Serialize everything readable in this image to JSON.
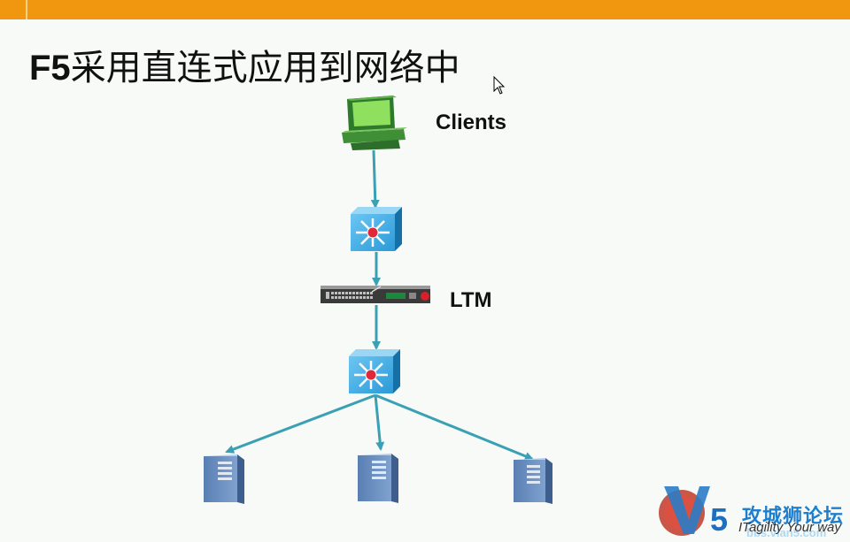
{
  "slide": {
    "title_prefix": "F5",
    "title_rest": "采用直连式应用到网络中"
  },
  "diagram": {
    "nodes": [
      {
        "id": "clients",
        "type": "workstation",
        "label": "Clients"
      },
      {
        "id": "switch-top",
        "type": "multilayer-switch"
      },
      {
        "id": "ltm",
        "type": "f5-ltm-appliance",
        "label": "LTM"
      },
      {
        "id": "switch-bottom",
        "type": "multilayer-switch"
      },
      {
        "id": "server-left",
        "type": "server"
      },
      {
        "id": "server-center",
        "type": "server"
      },
      {
        "id": "server-right",
        "type": "server"
      }
    ],
    "edges": [
      {
        "from": "clients",
        "to": "switch-top"
      },
      {
        "from": "switch-top",
        "to": "ltm"
      },
      {
        "from": "ltm",
        "to": "switch-bottom"
      },
      {
        "from": "switch-bottom",
        "to": "server-left"
      },
      {
        "from": "switch-bottom",
        "to": "server-center"
      },
      {
        "from": "switch-bottom",
        "to": "server-right"
      }
    ],
    "edge_color": "#3aa0b4"
  },
  "watermark": {
    "logo_text": "5",
    "site_name": "攻城狮论坛",
    "slogan": "ITagility Your way",
    "url": "bbs.vlan5.com"
  },
  "colors": {
    "top_bar": "#f0960f",
    "switch_blue": "#1d8fd0",
    "server_blue": "#6b8fbf"
  }
}
